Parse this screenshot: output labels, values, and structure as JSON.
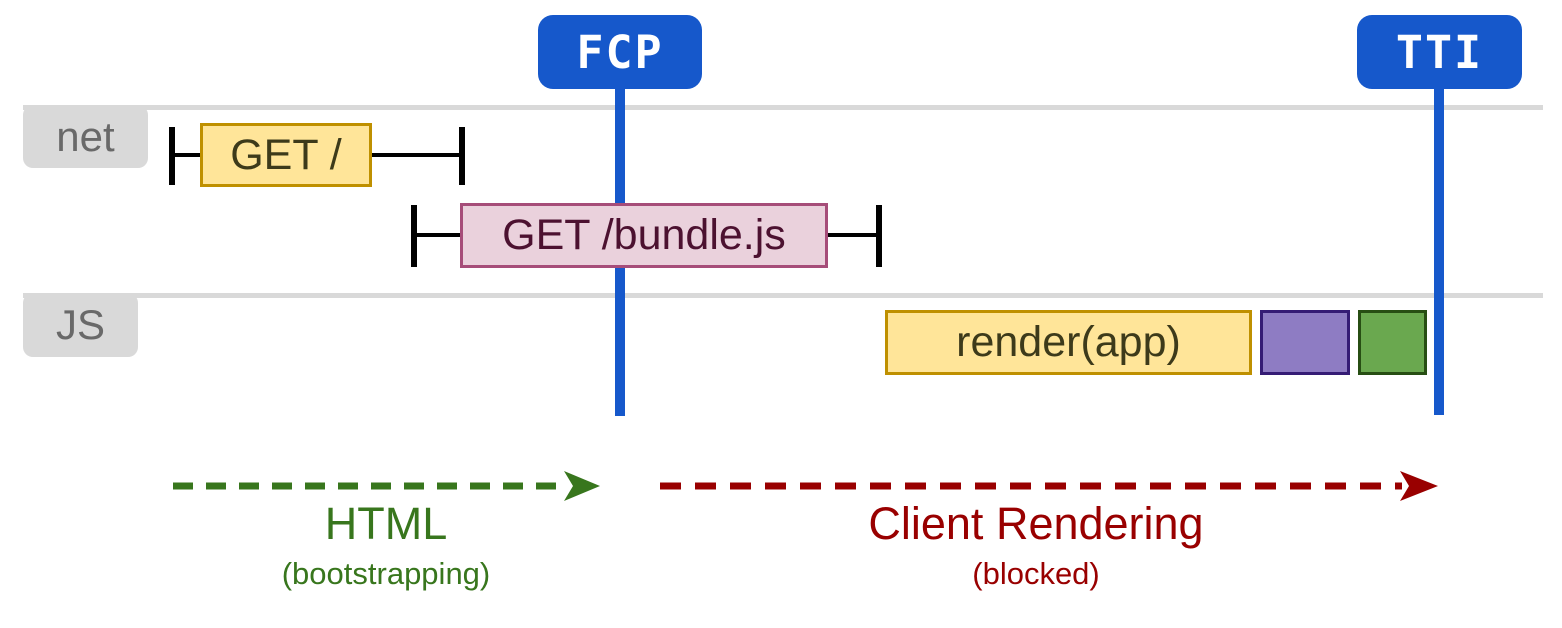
{
  "markers": [
    {
      "id": "fcp",
      "label": "FCP"
    },
    {
      "id": "tti",
      "label": "TTI"
    }
  ],
  "lanes": [
    {
      "id": "net",
      "label": "net"
    },
    {
      "id": "js",
      "label": "JS"
    }
  ],
  "network_requests": [
    {
      "id": "get-root",
      "label": "GET /"
    },
    {
      "id": "get-bundle",
      "label": "GET /bundle.js"
    }
  ],
  "js_tasks": [
    {
      "id": "render-app",
      "label": "render(app)"
    },
    {
      "id": "task-purple",
      "label": ""
    },
    {
      "id": "task-green",
      "label": ""
    }
  ],
  "phases": {
    "html": {
      "title": "HTML",
      "subtitle": "(bootstrapping)"
    },
    "client": {
      "title": "Client Rendering",
      "subtitle": "(blocked)"
    }
  },
  "colors": {
    "marker_blue": "#1658cb",
    "lane_gray": "#d9d9d9",
    "lane_text": "#696969",
    "task_yellow_fill": "#ffe599",
    "task_yellow_border": "#bf9000",
    "task_yellow_text": "#3d3a1a",
    "request_pink_fill": "#ead1dc",
    "request_pink_border": "#a64d79",
    "request_pink_text": "#4c1130",
    "task_purple_fill": "#8e7cc3",
    "task_purple_border": "#351c75",
    "task_green_fill": "#6aa84f",
    "task_green_border": "#274e13",
    "phase_html_green": "#38761d",
    "phase_client_red": "#990000",
    "whisker_black": "#000000"
  }
}
